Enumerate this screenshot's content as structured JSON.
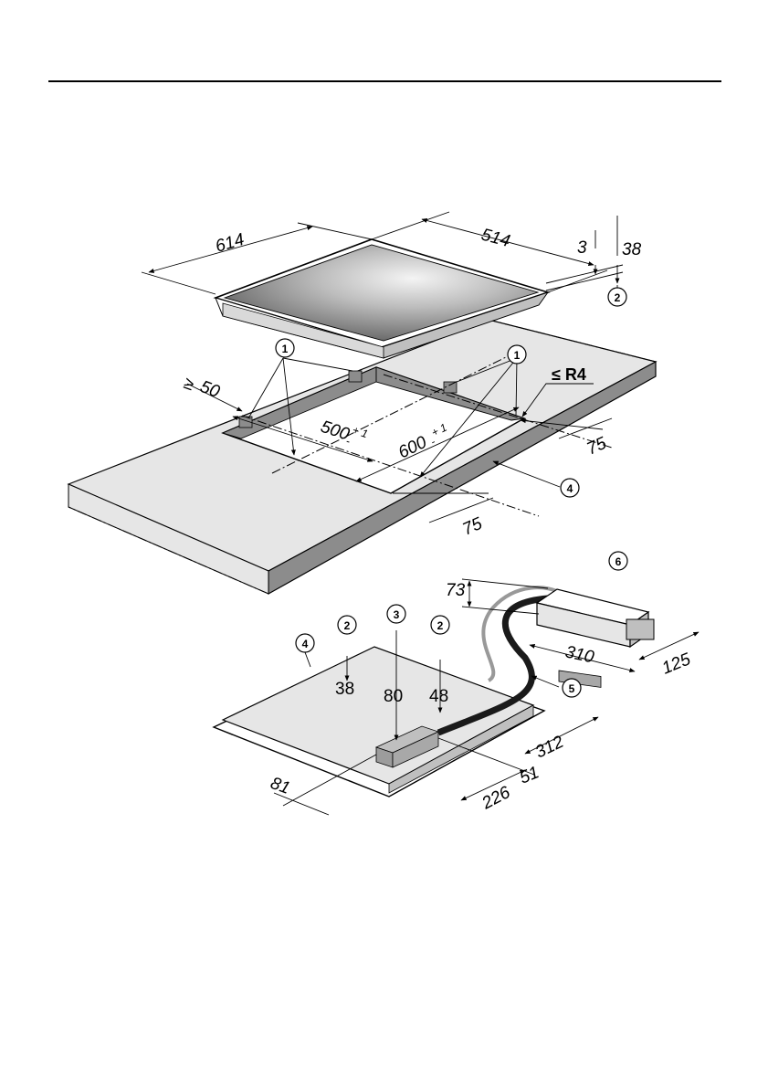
{
  "dimensions": {
    "hob_width": "614",
    "hob_depth": "514",
    "glass_thickness": "3",
    "install_depth": "38",
    "min_distance_prefix": "≥",
    "min_distance": "50",
    "cutout_width": "500",
    "cutout_width_tol": "+ 1",
    "cutout_width_tol_lower": "-",
    "cutout_depth": "600",
    "cutout_depth_tol": "+ 1",
    "cutout_depth_tol_lower": "-",
    "corner_radius": "≤ R4",
    "bracket_offset_right": "75",
    "bracket_offset_front": "75",
    "box_height": "73",
    "box_length": "310",
    "box_width": "125",
    "height_left": "38",
    "height_center": "80",
    "height_right": "48",
    "connector_depth": "312",
    "connector_offset": "51",
    "underside_depth": "226",
    "connector_width": "81"
  },
  "callouts": {
    "c1": "1",
    "c2": "2",
    "c3": "3",
    "c4": "4",
    "c5": "5",
    "c6": "6"
  },
  "colors": {
    "line": "#000000",
    "worktop": "#e6e6e6",
    "worktop_edge": "#8c8c8c",
    "glass_light": "#f2f2f2",
    "glass_dark": "#4a4a4a",
    "cable_dark": "#1a1a1a",
    "cable_grey": "#999999"
  }
}
